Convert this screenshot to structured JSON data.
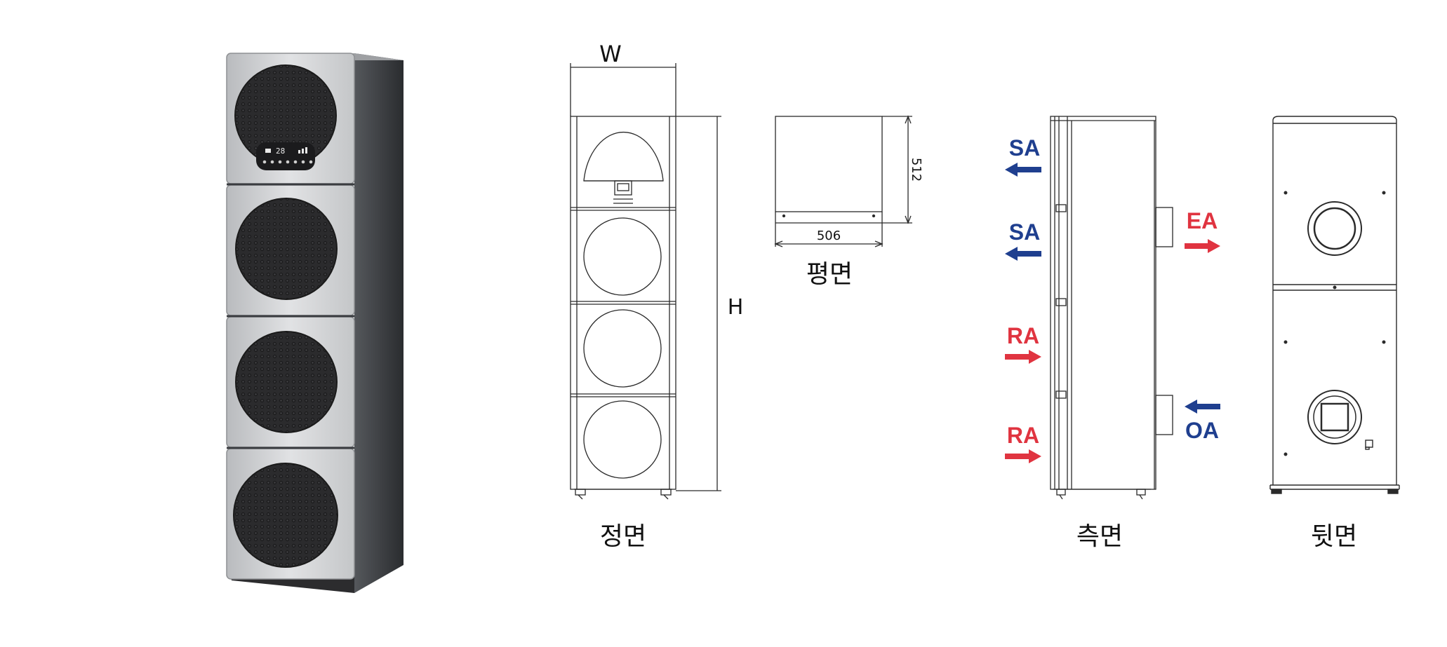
{
  "product": {
    "display_temperature": "28"
  },
  "dimensions": {
    "width_label": "W",
    "height_label": "H",
    "depth_value": "512",
    "plan_width_value": "506"
  },
  "views": {
    "front": "정면",
    "plan": "평면",
    "side": "측면",
    "rear": "뒷면"
  },
  "airflow": {
    "sa_top": "SA",
    "sa_mid": "SA",
    "ra_mid": "RA",
    "ra_bottom": "RA",
    "ea": "EA",
    "oa": "OA"
  },
  "colors": {
    "supply_return_blue": "#1f3f8f",
    "exhaust_red": "#e03440",
    "line": "#2a2a2a",
    "cabinet_silver": "#c9cbcd",
    "cabinet_dark": "#3a3c40"
  }
}
